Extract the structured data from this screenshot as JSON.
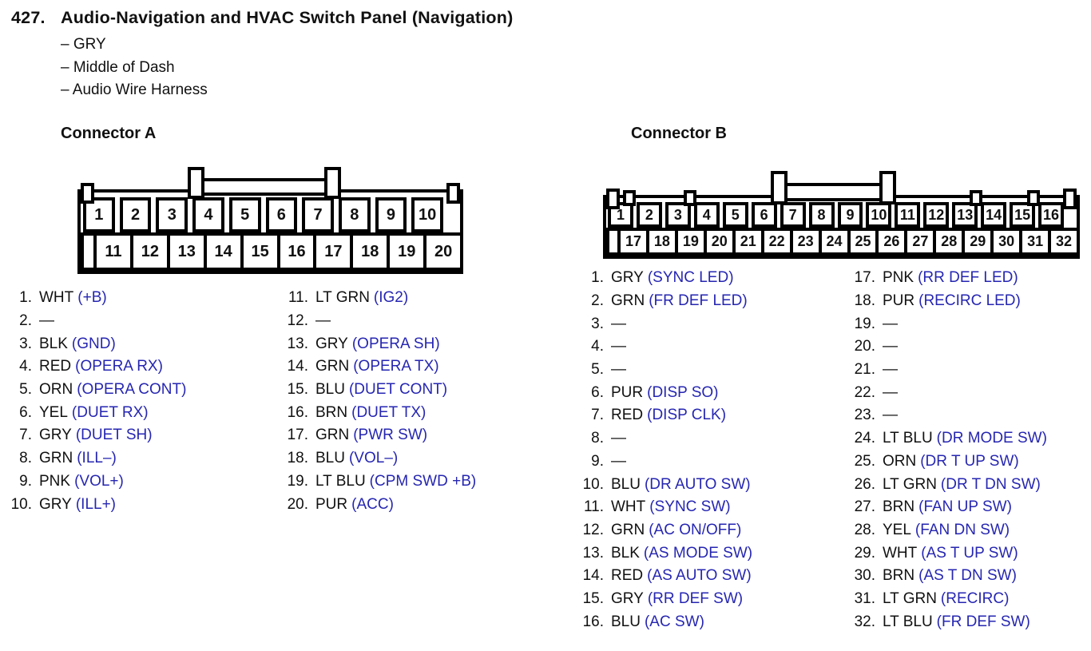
{
  "page": {
    "item_number": "427.",
    "title": "Audio-Navigation and HVAC Switch Panel (Navigation)",
    "bullets": [
      "– GRY",
      "– Middle of Dash",
      "– Audio Wire Harness"
    ]
  },
  "colors": {
    "function_blue": "#2626b2",
    "ink": "#111111"
  },
  "connector_a": {
    "label": "Connector A",
    "top_pins": [
      "1",
      "2",
      "3",
      "4",
      "5",
      "6",
      "7",
      "8",
      "9",
      "10"
    ],
    "bottom_pins": [
      "11",
      "12",
      "13",
      "14",
      "15",
      "16",
      "17",
      "18",
      "19",
      "20"
    ],
    "list_col1": [
      {
        "num": "1.",
        "wire": "WHT",
        "fn": "(+B)"
      },
      {
        "num": "2.",
        "wire": "—",
        "fn": ""
      },
      {
        "num": "3.",
        "wire": "BLK",
        "fn": "(GND)"
      },
      {
        "num": "4.",
        "wire": "RED",
        "fn": "(OPERA RX)"
      },
      {
        "num": "5.",
        "wire": "ORN",
        "fn": "(OPERA CONT)"
      },
      {
        "num": "6.",
        "wire": "YEL",
        "fn": "(DUET RX)"
      },
      {
        "num": "7.",
        "wire": "GRY",
        "fn": "(DUET SH)"
      },
      {
        "num": "8.",
        "wire": "GRN",
        "fn": "(ILL–)"
      },
      {
        "num": "9.",
        "wire": "PNK",
        "fn": "(VOL+)"
      },
      {
        "num": "10.",
        "wire": "GRY",
        "fn": "(ILL+)"
      }
    ],
    "list_col2": [
      {
        "num": "11.",
        "wire": "LT GRN",
        "fn": "(IG2)"
      },
      {
        "num": "12.",
        "wire": "—",
        "fn": ""
      },
      {
        "num": "13.",
        "wire": "GRY",
        "fn": "(OPERA SH)"
      },
      {
        "num": "14.",
        "wire": "GRN",
        "fn": "(OPERA TX)"
      },
      {
        "num": "15.",
        "wire": "BLU",
        "fn": "(DUET CONT)"
      },
      {
        "num": "16.",
        "wire": "BRN",
        "fn": "(DUET TX)"
      },
      {
        "num": "17.",
        "wire": "GRN",
        "fn": "(PWR SW)"
      },
      {
        "num": "18.",
        "wire": "BLU",
        "fn": "(VOL–)"
      },
      {
        "num": "19.",
        "wire": "LT BLU",
        "fn": "(CPM SWD +B)"
      },
      {
        "num": "20.",
        "wire": "PUR",
        "fn": "(ACC)"
      }
    ]
  },
  "connector_b": {
    "label": "Connector B",
    "top_pins": [
      "1",
      "2",
      "3",
      "4",
      "5",
      "6",
      "7",
      "8",
      "9",
      "10",
      "11",
      "12",
      "13",
      "14",
      "15",
      "16"
    ],
    "bottom_pins": [
      "17",
      "18",
      "19",
      "20",
      "21",
      "22",
      "23",
      "24",
      "25",
      "26",
      "27",
      "28",
      "29",
      "30",
      "31",
      "32"
    ],
    "list_col1": [
      {
        "num": "1.",
        "wire": "GRY",
        "fn": "(SYNC LED)"
      },
      {
        "num": "2.",
        "wire": "GRN",
        "fn": "(FR DEF LED)"
      },
      {
        "num": "3.",
        "wire": "—",
        "fn": ""
      },
      {
        "num": "4.",
        "wire": "—",
        "fn": ""
      },
      {
        "num": "5.",
        "wire": "—",
        "fn": ""
      },
      {
        "num": "6.",
        "wire": "PUR",
        "fn": "(DISP SO)"
      },
      {
        "num": "7.",
        "wire": "RED",
        "fn": "(DISP CLK)"
      },
      {
        "num": "8.",
        "wire": "—",
        "fn": ""
      },
      {
        "num": "9.",
        "wire": "—",
        "fn": ""
      },
      {
        "num": "10.",
        "wire": "BLU",
        "fn": "(DR AUTO SW)"
      },
      {
        "num": "11.",
        "wire": "WHT",
        "fn": "(SYNC SW)"
      },
      {
        "num": "12.",
        "wire": "GRN",
        "fn": "(AC ON/OFF)"
      },
      {
        "num": "13.",
        "wire": "BLK",
        "fn": "(AS MODE SW)"
      },
      {
        "num": "14.",
        "wire": "RED",
        "fn": "(AS AUTO SW)"
      },
      {
        "num": "15.",
        "wire": "GRY",
        "fn": "(RR DEF SW)"
      },
      {
        "num": "16.",
        "wire": "BLU",
        "fn": "(AC SW)"
      }
    ],
    "list_col2": [
      {
        "num": "17.",
        "wire": "PNK",
        "fn": "(RR DEF LED)"
      },
      {
        "num": "18.",
        "wire": "PUR",
        "fn": "(RECIRC LED)"
      },
      {
        "num": "19.",
        "wire": "—",
        "fn": ""
      },
      {
        "num": "20.",
        "wire": "—",
        "fn": ""
      },
      {
        "num": "21.",
        "wire": "—",
        "fn": ""
      },
      {
        "num": "22.",
        "wire": "—",
        "fn": ""
      },
      {
        "num": "23.",
        "wire": "—",
        "fn": ""
      },
      {
        "num": "24.",
        "wire": "LT BLU",
        "fn": "(DR MODE SW)"
      },
      {
        "num": "25.",
        "wire": "ORN",
        "fn": "(DR T UP SW)"
      },
      {
        "num": "26.",
        "wire": "LT GRN",
        "fn": "(DR T DN SW)"
      },
      {
        "num": "27.",
        "wire": "BRN",
        "fn": "(FAN UP SW)"
      },
      {
        "num": "28.",
        "wire": "YEL",
        "fn": "(FAN DN SW)"
      },
      {
        "num": "29.",
        "wire": "WHT",
        "fn": "(AS T UP SW)"
      },
      {
        "num": "30.",
        "wire": "BRN",
        "fn": "(AS T DN SW)"
      },
      {
        "num": "31.",
        "wire": "LT GRN",
        "fn": "(RECIRC)"
      },
      {
        "num": "32.",
        "wire": "LT BLU",
        "fn": "(FR DEF SW)"
      }
    ]
  }
}
